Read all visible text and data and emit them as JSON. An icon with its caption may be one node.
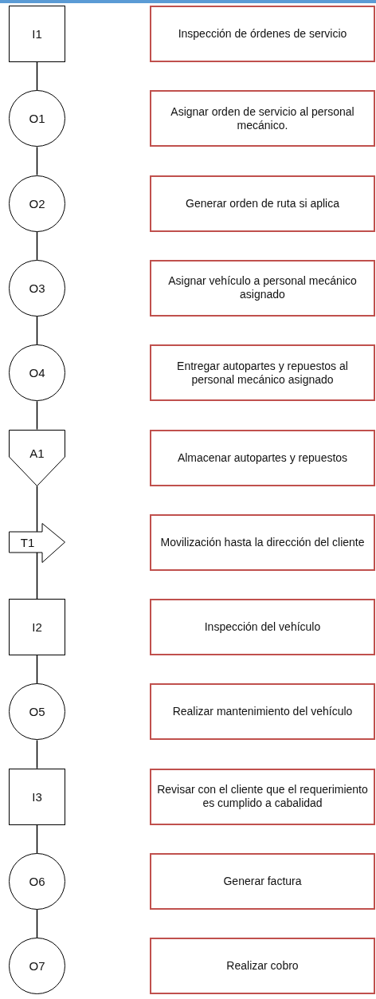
{
  "diagram": {
    "nodes": [
      {
        "text": [
          "I1"
        ]
      },
      {
        "text": [
          "Inspección de órdenes de servicio"
        ]
      },
      {
        "text": [
          "O1"
        ]
      },
      {
        "text": [
          "Asignar orden de servicio al personal mecánico."
        ]
      },
      {
        "text": [
          "O2"
        ]
      },
      {
        "text": [
          "Generar orden de ruta si aplica"
        ]
      },
      {
        "text": [
          "O3"
        ]
      },
      {
        "text": [
          "Asignar vehículo a personal mecánico asignado"
        ]
      },
      {
        "text": [
          "O4"
        ]
      },
      {
        "text": [
          "Entregar autopartes y repuestos al personal mecánico asignado"
        ]
      },
      {
        "text": [
          "A1"
        ]
      },
      {
        "text": [
          "Almacenar autopartes y repuestos"
        ]
      },
      {
        "text": [
          "T1"
        ]
      },
      {
        "text": [
          "Movilización hasta la dirección del cliente"
        ]
      },
      {
        "text": [
          "I2"
        ]
      },
      {
        "text": [
          "Inspección del vehículo"
        ]
      },
      {
        "text": [
          "O5"
        ]
      },
      {
        "text": [
          "Realizar mantenimiento del vehículo"
        ]
      },
      {
        "text": [
          "I3"
        ]
      },
      {
        "text": [
          "Revisar con el cliente que el requerimiento es cumplido a cabalidad"
        ]
      },
      {
        "text": [
          "O6"
        ]
      },
      {
        "text": [
          "Generar factura"
        ]
      },
      {
        "text": [
          "O7"
        ]
      },
      {
        "text": [
          "Realizar cobro"
        ]
      }
    ],
    "edges": [
      {
        "from": 0,
        "to": 2,
        "arrow": "none"
      },
      {
        "from": 2,
        "to": 4,
        "arrow": "none"
      },
      {
        "from": 4,
        "to": 6,
        "arrow": "none"
      },
      {
        "from": 6,
        "to": 8,
        "arrow": "none"
      },
      {
        "from": 8,
        "to": 10,
        "arrow": "none"
      },
      {
        "from": 10,
        "to": 12,
        "arrow": "none"
      },
      {
        "from": 12,
        "to": 14,
        "arrow": "none"
      },
      {
        "from": 14,
        "to": 16,
        "arrow": "none"
      },
      {
        "from": 16,
        "to": 18,
        "arrow": "none"
      },
      {
        "from": 18,
        "to": 20,
        "arrow": "none"
      },
      {
        "from": 20,
        "to": 22,
        "arrow": "none"
      }
    ]
  }
}
